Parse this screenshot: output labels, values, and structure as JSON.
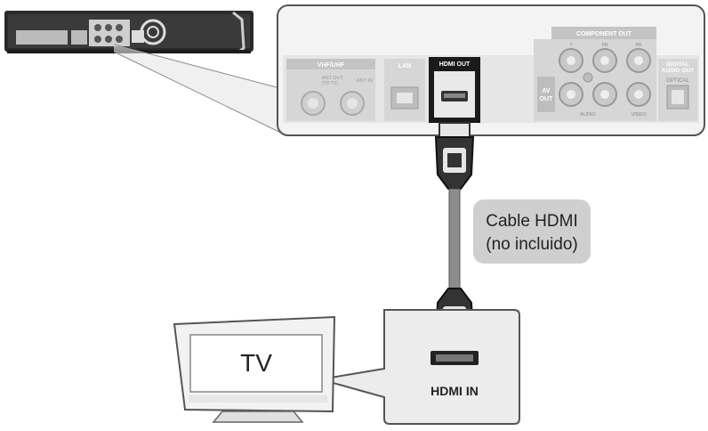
{
  "panel": {
    "vhf_uhf": "VHF/UHF",
    "ant_out": "ANT OUT",
    "ant_out_sub": "(TO TV)",
    "ant_in": "ANT IN",
    "lan": "LAN",
    "hdmi_out": "HDMI OUT",
    "component_out": "COMPONENT OUT",
    "av_out_line1": "AV",
    "av_out_line2": "OUT",
    "audio": "AUDIO",
    "video": "VIDEO",
    "digital_audio_line1": "DIGITAL",
    "digital_audio_line2": "AUDIO OUT",
    "optical": "OPTICAL",
    "comp_y": "Y",
    "comp_pb": "PB",
    "comp_pr": "PR"
  },
  "cable": {
    "line1": "Cable HDMI",
    "line2": "(no incluido)"
  },
  "tv": {
    "label": "TV",
    "hdmi_in": "HDMI IN"
  },
  "colors": {
    "panel_bg": "#f2f2f2",
    "panel_border": "#555555",
    "jack_bg": "#dcdcdc",
    "hdmi_out_bg": "#1a1a1a",
    "cable_gray": "#8c8c8c",
    "cable_label_bg": "#cfcfcf"
  }
}
